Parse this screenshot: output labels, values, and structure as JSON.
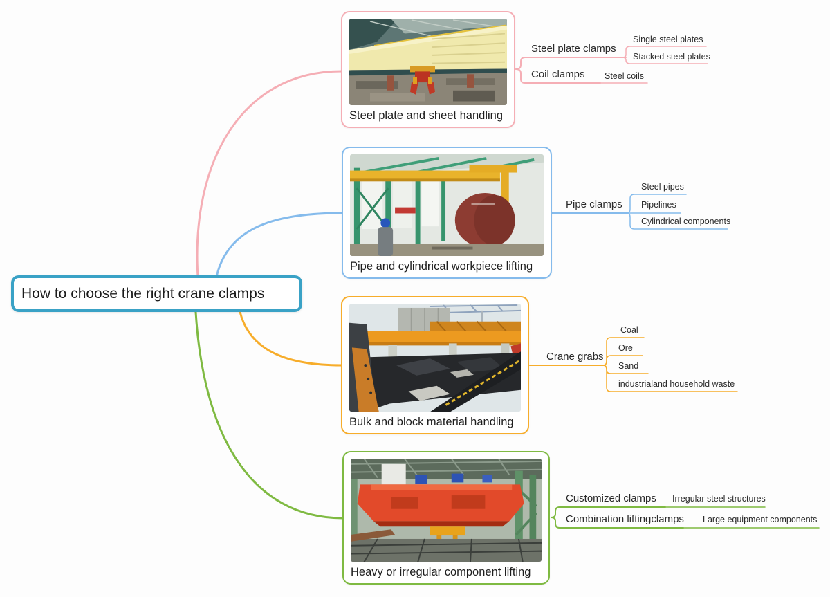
{
  "root": {
    "label": "How to choose the right crane clamps"
  },
  "colors": {
    "root_border": "#3AA2C6",
    "branch_pink": "#F5AEB5",
    "branch_blue": "#85BBEC",
    "branch_orange": "#F7AD2B",
    "branch_green": "#7FBA42",
    "text": "#222222"
  },
  "branches": [
    {
      "label": "Steel plate and sheet handling",
      "image": "overhead-crane-with-red-plate-clamp-photo",
      "children": [
        {
          "label": "Steel plate clamps",
          "children": [
            {
              "label": "Single steel plates"
            },
            {
              "label": "Stacked steel plates"
            }
          ]
        },
        {
          "label": "Coil clamps",
          "children": [
            {
              "label": "Steel coils"
            }
          ]
        }
      ]
    },
    {
      "label": "Pipe and cylindrical workpiece lifting",
      "image": "workshop-crane-lifting-steel-coil-photo",
      "children": [
        {
          "label": "Pipe clamps",
          "children": [
            {
              "label": "Steel pipes"
            },
            {
              "label": "Pipelines"
            },
            {
              "label": "Cylindrical components"
            }
          ]
        }
      ]
    },
    {
      "label": "Bulk and block material handling",
      "image": "orange-grab-crane-over-coal-yard-photo",
      "children": [
        {
          "label": "Crane grabs",
          "children": [
            {
              "label": "Coal"
            },
            {
              "label": "Ore"
            },
            {
              "label": "Sand"
            },
            {
              "label": "industrialand household waste"
            }
          ]
        }
      ]
    },
    {
      "label": "Heavy or irregular component lifting",
      "image": "red-heavy-duty-overhead-crane-photo",
      "children": [
        {
          "label": "Customized clamps",
          "children": [
            {
              "label": "Irregular steel structures"
            }
          ]
        },
        {
          "label": "Combination liftingclamps",
          "children": [
            {
              "label": "Large equipment components"
            }
          ]
        }
      ]
    }
  ]
}
